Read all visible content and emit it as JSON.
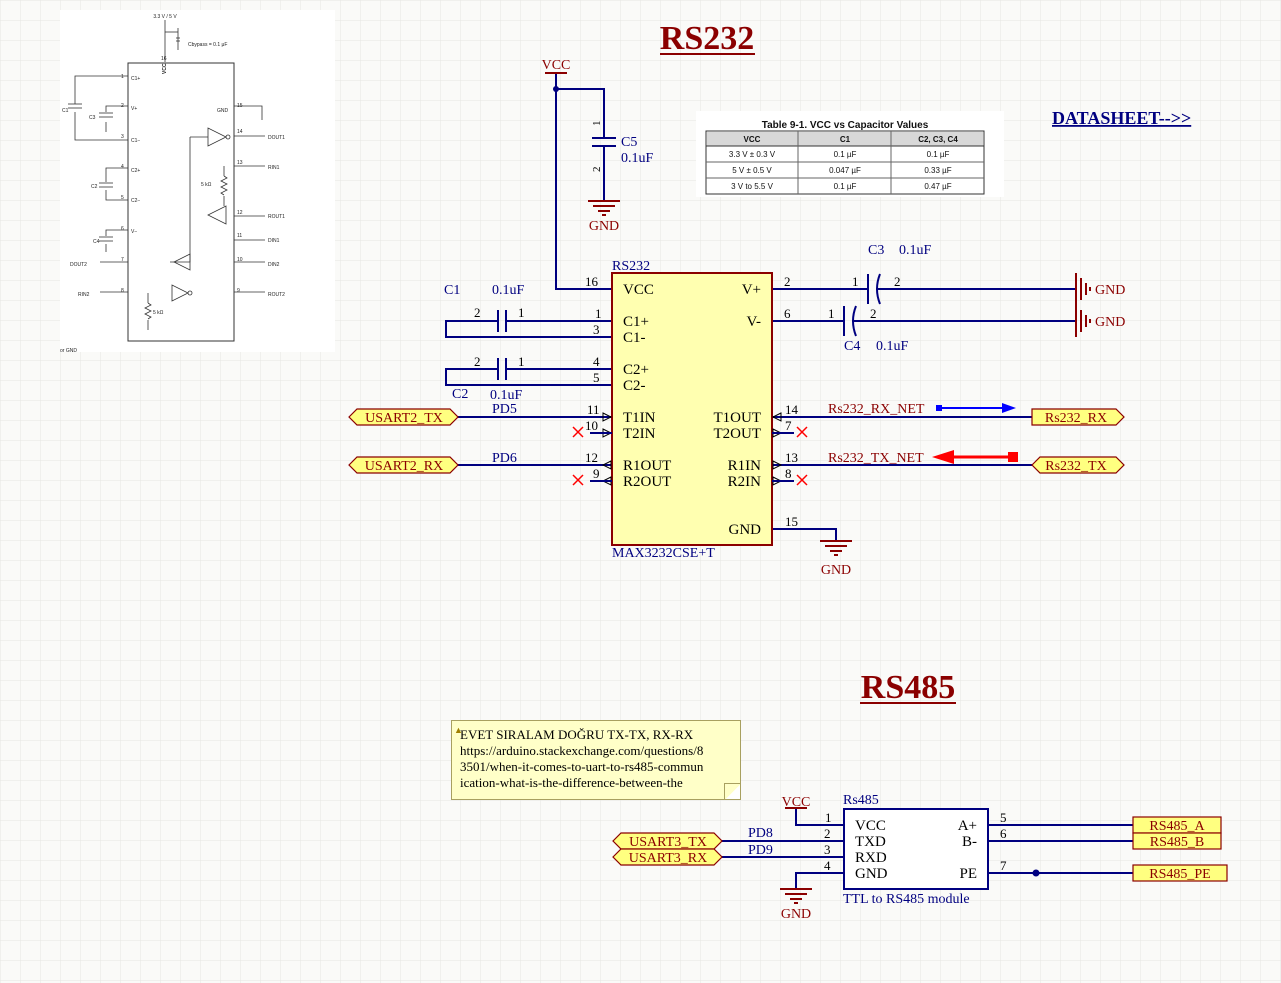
{
  "titles": {
    "rs232": "RS232",
    "rs485": "RS485"
  },
  "datasheet_link": "DATASHEET-->>",
  "ref_circuit": {
    "supply": "3.3 V / 5 V",
    "cbypass": "Cbypass = 0.1 μF",
    "vcc_label": "VCC",
    "gnd_label": "GND",
    "left_pins": [
      {
        "num": "1",
        "name": "C1+"
      },
      {
        "num": "2",
        "name": "V+"
      },
      {
        "num": "3",
        "name": "C1−"
      },
      {
        "num": "4",
        "name": "C2+"
      },
      {
        "num": "5",
        "name": "C2−"
      },
      {
        "num": "6",
        "name": "V−"
      },
      {
        "num": "7",
        "name": ""
      },
      {
        "num": "8",
        "name": ""
      }
    ],
    "right_pins": [
      {
        "num": "16",
        "name": ""
      },
      {
        "num": "15",
        "name": "GND"
      },
      {
        "num": "14",
        "name": ""
      },
      {
        "num": "13",
        "name": ""
      },
      {
        "num": "12",
        "name": ""
      },
      {
        "num": "11",
        "name": ""
      },
      {
        "num": "10",
        "name": ""
      },
      {
        "num": "9",
        "name": ""
      }
    ],
    "signals": [
      "DOUT1",
      "RIN1",
      "ROUT1",
      "DIN1",
      "DIN2",
      "DOUT2",
      "RIN2",
      "ROUT2"
    ],
    "caps": [
      "C1",
      "C3",
      "C2",
      "C4"
    ],
    "resistors": [
      "5 kΩ",
      "5 kΩ"
    ],
    "footer": "or GND"
  },
  "cap_table": {
    "title": "Table 9-1. VCC vs Capacitor Values",
    "headers": [
      "VCC",
      "C1",
      "C2, C3, C4"
    ],
    "rows": [
      [
        "3.3 V ± 0.3 V",
        "0.1 µF",
        "0.1 µF"
      ],
      [
        "5 V ± 0.5 V",
        "0.047 µF",
        "0.33 µF"
      ],
      [
        "3 V to 5.5 V",
        "0.1 µF",
        "0.47 µF"
      ]
    ]
  },
  "rs232": {
    "designator": "RS232",
    "part": "MAX3232CSE+T",
    "pin_names_left": [
      "VCC",
      "C1+",
      "C1-",
      "C2+",
      "C2-",
      "T1IN",
      "T2IN",
      "R1OUT",
      "R2OUT"
    ],
    "pin_names_right": [
      "V+",
      "V-",
      "T1OUT",
      "T2OUT",
      "R1IN",
      "R2IN",
      "GND"
    ],
    "pin_numbers": [
      "16",
      "1",
      "3",
      "4",
      "5",
      "11",
      "10",
      "12",
      "9",
      "2",
      "6",
      "14",
      "7",
      "13",
      "8",
      "15"
    ],
    "vcc": "VCC",
    "gnd": "GND",
    "c5": {
      "name": "C5",
      "value": "0.1uF",
      "pin1": "1",
      "pin2": "2"
    },
    "c1": {
      "name": "C1",
      "value": "0.1uF",
      "pin_a": "2",
      "pin_b": "1"
    },
    "c2": {
      "name": "C2",
      "value": "0.1uF",
      "pin_a": "2",
      "pin_b": "1"
    },
    "c3": {
      "name": "C3",
      "value": "0.1uF",
      "pin_a": "1",
      "pin_b": "2"
    },
    "c4": {
      "name": "C4",
      "value": "0.1uF",
      "pin_a": "1",
      "pin_b": "2"
    },
    "nets": {
      "pd5": "PD5",
      "pd6": "PD6",
      "rx_net": "Rs232_RX_NET",
      "tx_net": "Rs232_TX_NET"
    },
    "ports": {
      "usart2_tx": "USART2_TX",
      "usart2_rx": "USART2_RX",
      "rs232_rx": "Rs232_RX",
      "rs232_tx": "Rs232_TX"
    }
  },
  "note": {
    "lines": [
      "EVET SIRALAM DOĞRU TX-TX, RX-RX",
      "https://arduino.stackexchange.com/questions/8",
      "3501/when-it-comes-to-uart-to-rs485-commun",
      "ication-what-is-the-difference-between-the"
    ]
  },
  "rs485": {
    "designator": "Rs485",
    "part": "TTL to RS485 module",
    "pin_names_left": [
      "VCC",
      "TXD",
      "RXD",
      "GND"
    ],
    "pin_names_right": [
      "A+",
      "B-",
      "PE"
    ],
    "pin_numbers": [
      "1",
      "2",
      "3",
      "4",
      "5",
      "6",
      "7"
    ],
    "vcc": "VCC",
    "gnd": "GND",
    "nets": {
      "pd8": "PD8",
      "pd9": "PD9"
    },
    "ports": {
      "usart3_tx": "USART3_TX",
      "usart3_rx": "USART3_RX",
      "a": "RS485_A",
      "b": "RS485_B",
      "pe": "RS485_PE"
    }
  },
  "colors": {
    "wire": "#000080",
    "component_border": "#8b0000",
    "component_fill": "#ffffb0",
    "power": "#8b0000",
    "port_fill": "#ffff80",
    "grid": "#e8e8e4",
    "arrow_red": "#ff0000",
    "arrow_blue": "#0000ff"
  }
}
